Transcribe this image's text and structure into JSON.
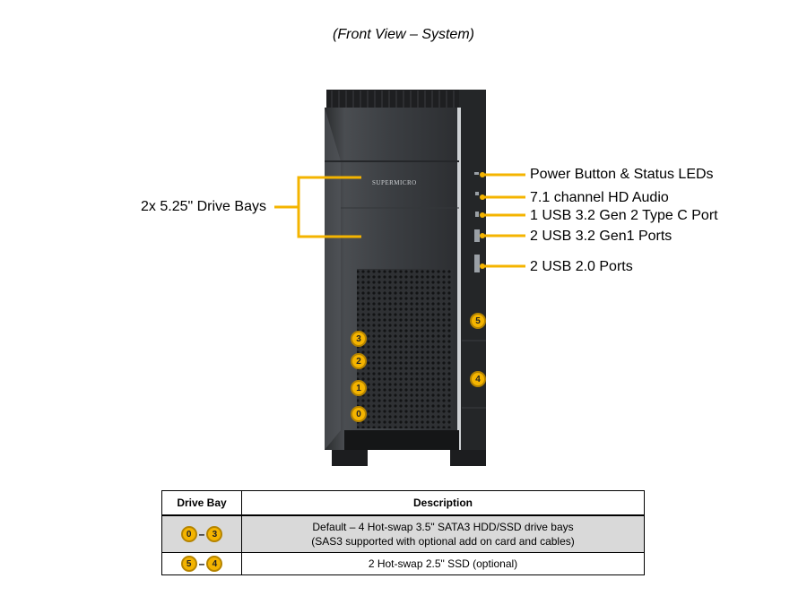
{
  "title": "(Front View – System)",
  "brand": "SUPERMICRO",
  "callouts": {
    "drive_bays_525": "2x 5.25\" Drive Bays",
    "power": "Power Button & Status LEDs",
    "audio": "7.1 channel  HD Audio",
    "usb_c": "1 USB 3.2 Gen 2 Type C Port",
    "usb_gen1": "2 USB 3.2 Gen1 Ports",
    "usb_20": "2 USB 2.0 Ports"
  },
  "bays": [
    "3",
    "2",
    "1",
    "0",
    "5",
    "4"
  ],
  "colors": {
    "accent": "#f4b400",
    "chassis": "#3a3d40",
    "table_shade": "#d9d9d9"
  },
  "table": {
    "headers": [
      "Drive Bay",
      "Description"
    ],
    "rows": [
      {
        "from": "0",
        "to": "3",
        "dash": "–",
        "line1": "Default  – 4 Hot-swap 3.5\" SATA3 HDD/SSD drive  bays",
        "line2": "(SAS3 supported with optional add on card and cables)"
      },
      {
        "from": "5",
        "to": "4",
        "dash": "–",
        "line1": "2 Hot-swap  2.5\" SSD (optional)"
      }
    ]
  }
}
